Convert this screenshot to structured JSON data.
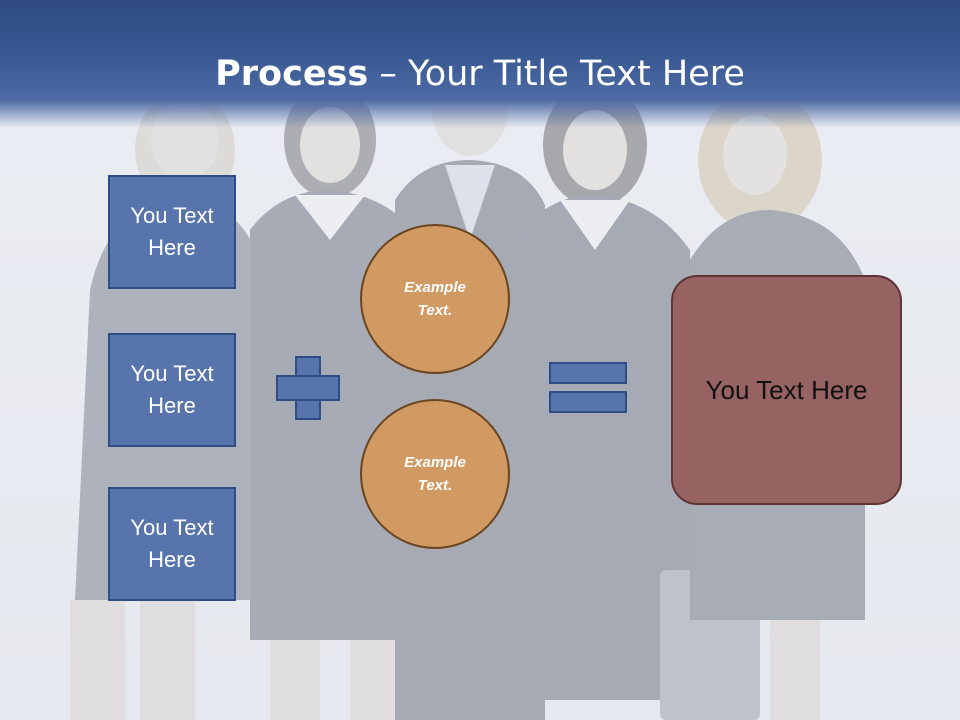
{
  "slide": {
    "title_bold": "Process",
    "title_rest": " – Your Title Text Here"
  },
  "left_boxes": [
    {
      "label": "You Text Here"
    },
    {
      "label": "You Text Here"
    },
    {
      "label": "You Text Here"
    }
  ],
  "circles": [
    {
      "label": "Example Text."
    },
    {
      "label": "Example Text."
    }
  ],
  "result_box": {
    "label": "You Text Here"
  },
  "symbols": {
    "plus": "plus-icon",
    "equals": "equals-icon"
  },
  "colors": {
    "title_bar": "#3a5a94",
    "box_fill": "#5774ad",
    "circle_fill": "#d09a62",
    "result_fill": "#976262"
  }
}
